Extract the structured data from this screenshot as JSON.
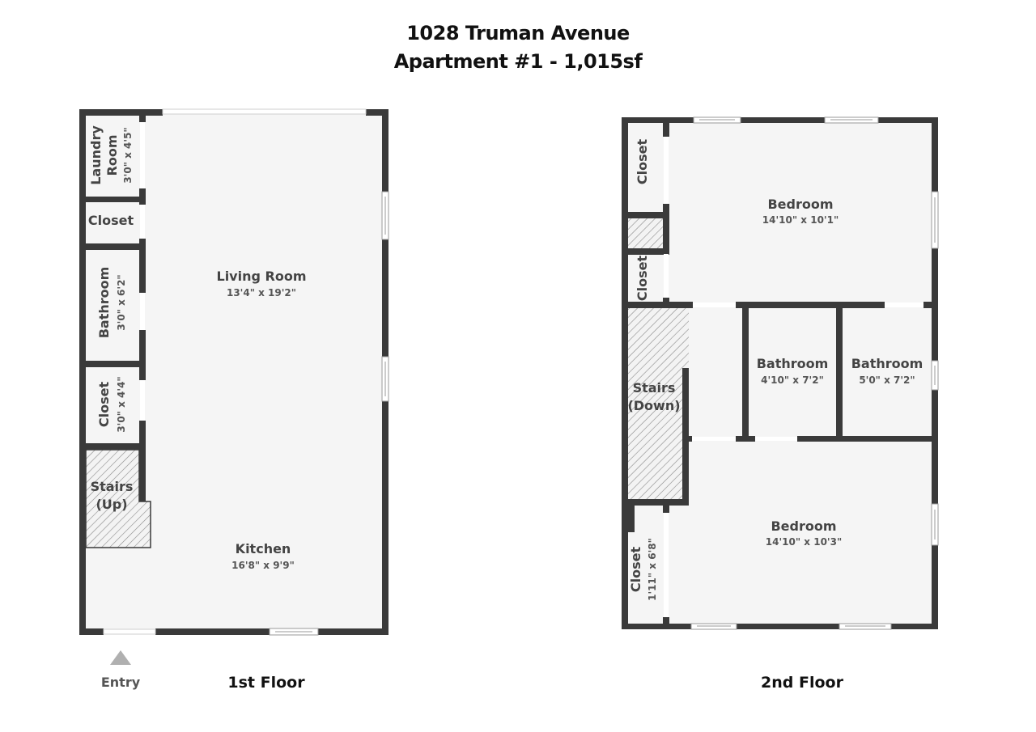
{
  "header": {
    "line1": "1028 Truman Avenue",
    "line2": "Apartment #1 - 1,015sf"
  },
  "colors": {
    "wall": "#3a3a3a",
    "floor": "#f5f5f5",
    "hatch": "#8a8a8a",
    "entry_marker": "#b0b0b0"
  },
  "floors": [
    {
      "label": "1st Floor",
      "entry_label": "Entry",
      "rooms": [
        {
          "name": "Laundry Room",
          "name_line1": "Laundry",
          "name_line2": "Room",
          "dims": "3'0\" x 4'5\""
        },
        {
          "name": "Closet",
          "dims": ""
        },
        {
          "name": "Bathroom",
          "dims": "3'0\" x 6'2\""
        },
        {
          "name": "Closet",
          "dims": "3'0\" x 4'4\""
        },
        {
          "name": "Stairs (Up)",
          "name_line1": "Stairs",
          "name_line2": "(Up)",
          "dims": ""
        },
        {
          "name": "Living Room",
          "dims": "13'4\" x 19'2\""
        },
        {
          "name": "Kitchen",
          "dims": "16'8\" x 9'9\""
        }
      ]
    },
    {
      "label": "2nd Floor",
      "rooms": [
        {
          "name": "Closet",
          "dims": ""
        },
        {
          "name": "Closet",
          "dims": ""
        },
        {
          "name": "Bedroom",
          "dims": "14'10\" x 10'1\""
        },
        {
          "name": "Stairs (Down)",
          "name_line1": "Stairs",
          "name_line2": "(Down)",
          "dims": ""
        },
        {
          "name": "Bathroom",
          "dims": "4'10\" x 7'2\""
        },
        {
          "name": "Bathroom",
          "dims": "5'0\" x 7'2\""
        },
        {
          "name": "Bedroom",
          "dims": "14'10\" x 10'3\""
        },
        {
          "name": "Closet",
          "dims": "1'11\" x 6'8\""
        }
      ]
    }
  ]
}
